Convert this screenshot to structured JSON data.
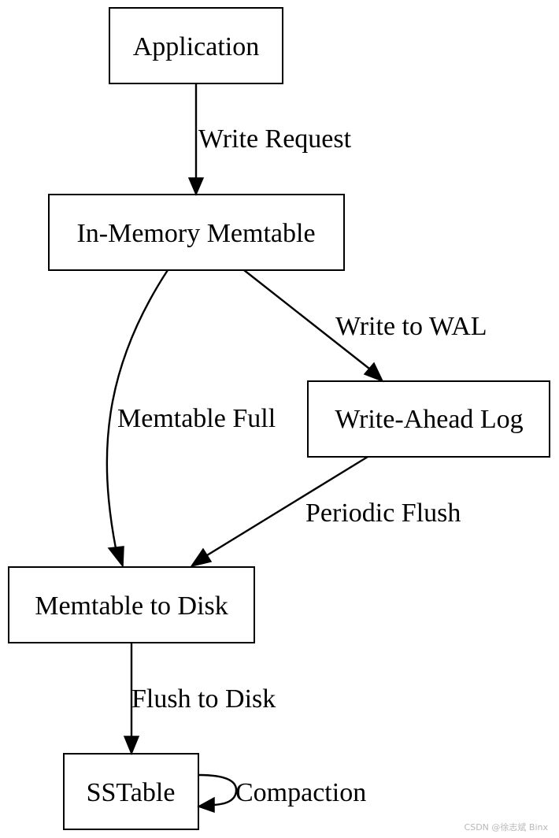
{
  "nodes": {
    "application": "Application",
    "memtable": "In-Memory Memtable",
    "wal": "Write-Ahead Log",
    "memtable_to_disk": "Memtable to Disk",
    "sstable": "SSTable"
  },
  "edges": {
    "write_request": "Write Request",
    "write_to_wal": "Write to WAL",
    "memtable_full": "Memtable Full",
    "periodic_flush": "Periodic Flush",
    "flush_to_disk": "Flush to Disk",
    "compaction": "Compaction"
  },
  "watermark": "CSDN @徐志斌 Binx"
}
